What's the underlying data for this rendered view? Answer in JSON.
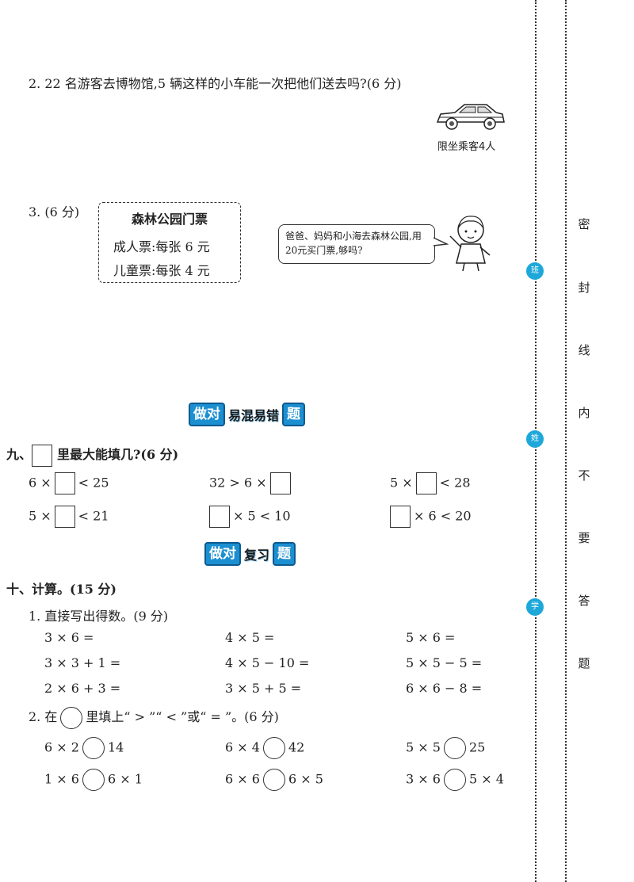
{
  "q2": {
    "text": "2. 22 名游客去博物馆,5 辆这样的小车能一次把他们送去吗?(6 分)",
    "car_caption": "限坐乘客4人"
  },
  "q3": {
    "label": "3. (6 分)",
    "ticket": {
      "title": "森林公园门票",
      "adult": "成人票:每张 6 元",
      "child": "儿童票:每张 4 元"
    },
    "bubble": "爸爸、妈妈和小海去森林公园,用20元买门票,够吗?"
  },
  "banner1": {
    "a": "做对",
    "b": "易混易错",
    "c": "题"
  },
  "sec9": {
    "title_prefix": "九、",
    "title_suffix": "里最大能填几?(6 分)",
    "items": [
      {
        "pre": "6 ×",
        "post": "< 25"
      },
      {
        "pre": "32 > 6 ×",
        "post": ""
      },
      {
        "pre": "5 ×",
        "post": "< 28"
      },
      {
        "pre": "5 ×",
        "post": "< 21"
      },
      {
        "pre": "",
        "post": "× 5 < 10"
      },
      {
        "pre": "",
        "post": "× 6 < 20"
      }
    ]
  },
  "banner2": {
    "a": "做对",
    "b": "复习",
    "c": "题"
  },
  "sec10": {
    "title": "十、计算。(15 分)",
    "p1": {
      "title": "1. 直接写出得数。(9 分)",
      "items": [
        "3 × 6 =",
        "4 × 5 =",
        "5 × 6 =",
        "3 × 3 + 1 =",
        "4 × 5 − 10 =",
        "5 × 5 − 5 =",
        "2 × 6 + 3 =",
        "3 × 5 + 5 =",
        "6 × 6 − 8 ="
      ]
    },
    "p2": {
      "title_pre": "2. 在",
      "title_post": "里填上“ > ”“ < ”或“ = ”。(6 分)",
      "items": [
        {
          "l": "6 × 2",
          "r": "14"
        },
        {
          "l": "6 × 4",
          "r": "42"
        },
        {
          "l": "5 × 5",
          "r": "25"
        },
        {
          "l": "1 × 6",
          "r": "6 × 1"
        },
        {
          "l": "6 × 6",
          "r": "6 × 5"
        },
        {
          "l": "3 × 6",
          "r": "5 × 4"
        }
      ]
    }
  },
  "seal": {
    "chars": [
      "密",
      "封",
      "线",
      "内",
      "不",
      "要",
      "答",
      "题"
    ],
    "markers": [
      "班",
      "姓",
      "学"
    ]
  },
  "colors": {
    "accent": "#1c8fd1",
    "marker": "#1ea8d9"
  }
}
